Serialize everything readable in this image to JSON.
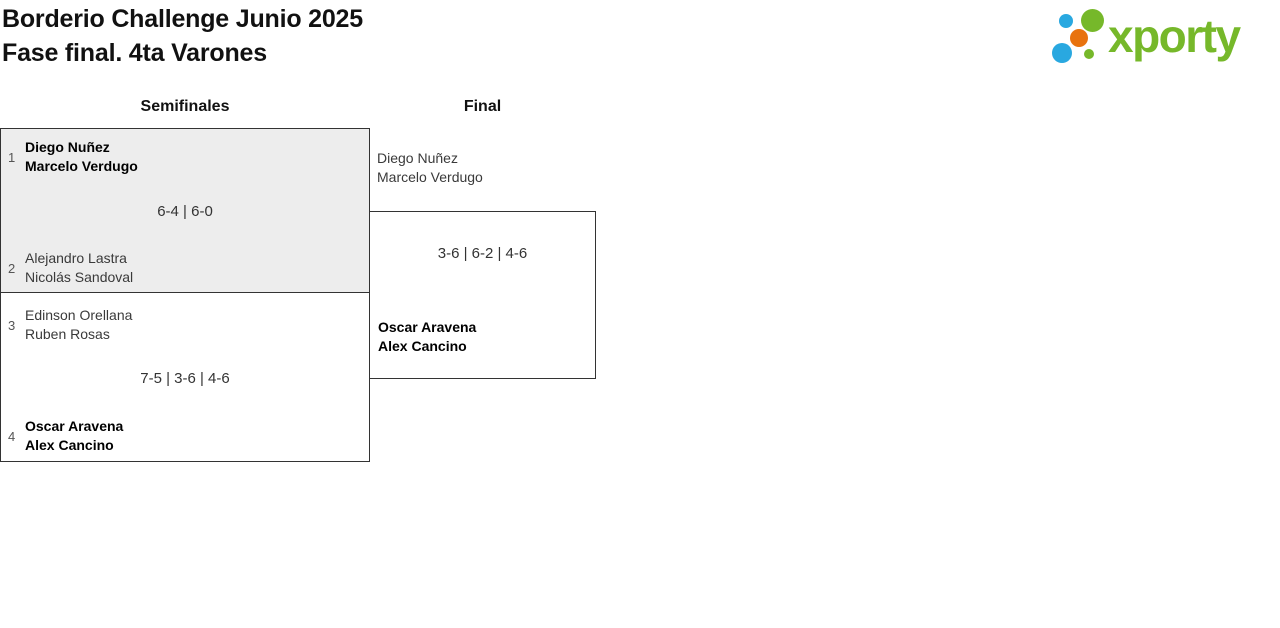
{
  "page": {
    "title_line1": "Borderio Challenge Junio 2025",
    "title_line2": "Fase final. 4ta Varones"
  },
  "logo": {
    "text": "xporty",
    "dot_icons": [
      "blue-dot",
      "green-dot",
      "orange-dot",
      "green-dot",
      "blue-dot"
    ]
  },
  "colors": {
    "logo_green": "#76b82a",
    "logo_blue": "#29a8e0",
    "logo_orange": "#e8730e",
    "winner_box_gray": "#ededed",
    "border": "#333333"
  },
  "bracket": {
    "round_semifinals_label": "Semifinales",
    "round_final_label": "Final",
    "semifinal1": {
      "team1_seed": "1",
      "team1_player1": "Diego Nuñez",
      "team1_player2": "Marcelo Verdugo",
      "score": "6-4 | 6-0",
      "team2_seed": "2",
      "team2_player1": "Alejandro Lastra",
      "team2_player2": "Nicolás Sandoval"
    },
    "semifinal2": {
      "team1_seed": "3",
      "team1_player1": "Edinson Orellana",
      "team1_player2": "Ruben Rosas",
      "score": "7-5 | 3-6 | 4-6",
      "team2_seed": "4",
      "team2_player1": "Oscar Aravena",
      "team2_player2": "Alex Cancino"
    },
    "final": {
      "team1_player1": "Diego Nuñez",
      "team1_player2": "Marcelo Verdugo",
      "score": "3-6 | 6-2 | 4-6",
      "team2_player1": "Oscar Aravena",
      "team2_player2": "Alex Cancino"
    }
  }
}
